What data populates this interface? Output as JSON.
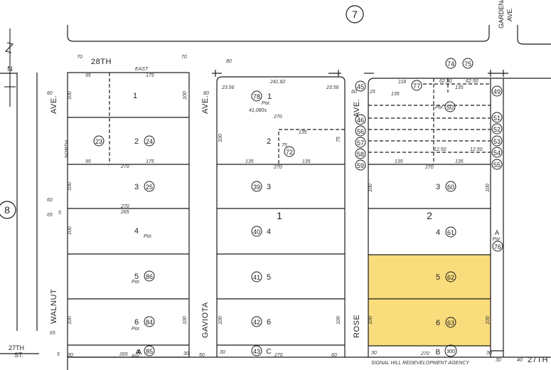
{
  "colors": {
    "line": "#1b1b1b",
    "highlight": "#f9dc7c",
    "paper": "#ffffff"
  },
  "icons": {
    "north_arrow": "north-arrow-icon"
  },
  "page_numbers": {
    "top": "7",
    "left": "8"
  },
  "streets": {
    "north": "28TH",
    "south": "27TH",
    "south_left": "27TH",
    "south_left_abbr": "ST.",
    "gardena_line1": "GARDENA",
    "gardena_line2": "AVE.",
    "walnut": "WALNUT",
    "walnut_ave": "AVE.",
    "gaviota": "GAVIOTA",
    "gaviota_ave": "AVE.",
    "rose": "ROSE",
    "rose_ave": "AVE."
  },
  "labels": {
    "north_letter": "N",
    "east": "EAST",
    "north_text": "NORTH",
    "por": "Por.",
    "area": "41,080±",
    "agency": "SIGNAL HILL REDEVELOPMENT AGENCY",
    "block1": "1",
    "block2": "2",
    "lot_a": "A",
    "lot_b": "B",
    "lot_c": "C"
  },
  "lots_left": [
    {
      "lot": "1",
      "parcel": ""
    },
    {
      "lot": "2",
      "parcel": "24"
    },
    {
      "lot": "3",
      "parcel": "25"
    },
    {
      "lot": "4",
      "parcel": ""
    },
    {
      "lot": "5",
      "parcel": "86"
    },
    {
      "lot": "6",
      "parcel": "84"
    },
    {
      "lot": "A",
      "parcel": "85"
    }
  ],
  "parcel_23": "23",
  "lots_mid": [
    {
      "lot": "1",
      "parcel": "78"
    },
    {
      "lot": "2",
      "parcel": "72"
    },
    {
      "lot": "3",
      "parcel": "39"
    },
    {
      "lot": "4",
      "parcel": "40"
    },
    {
      "lot": "5",
      "parcel": "41"
    },
    {
      "lot": "6",
      "parcel": "42"
    },
    {
      "lot": "C",
      "parcel": "43"
    }
  ],
  "lots_right": [
    {
      "lot": "3",
      "parcel": "60"
    },
    {
      "lot": "4",
      "parcel": "61"
    },
    {
      "lot": "5",
      "parcel": "62"
    },
    {
      "lot": "6",
      "parcel": "63"
    },
    {
      "lot": "B",
      "parcel": "300"
    }
  ],
  "right_top_parcels": [
    "77",
    "50",
    "74",
    "75"
  ],
  "rose_left_parcels": [
    "45",
    "46",
    "56",
    "57",
    "58",
    "59"
  ],
  "right_edge_parcels": [
    "49",
    "51",
    "52",
    "53",
    "54",
    "55",
    "76"
  ],
  "dims": {
    "d70": "70",
    "d80": "80",
    "d95": "95",
    "d175": "175",
    "d60": "60",
    "d100": "100",
    "d270": "270",
    "d265": "265",
    "d65": "65",
    "d5": "5",
    "d30": "30",
    "d50": "50",
    "d135": "135",
    "d241": "241.82",
    "d118": "118",
    "d25": "25",
    "d75": "75",
    "d2356": "23.56",
    "d6250": "62.50",
    "d1250": "12.50",
    "d60b": "60",
    "d40": "40"
  }
}
